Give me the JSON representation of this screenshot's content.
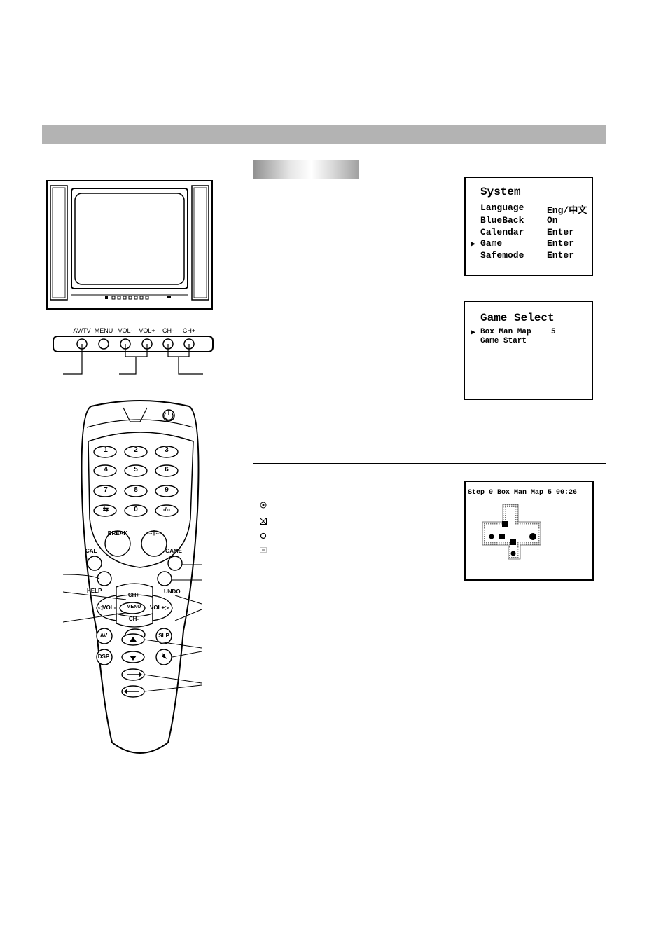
{
  "front_panel": {
    "buttons": [
      "AV/TV",
      "MENU",
      "VOL-",
      "VOL+",
      "CH-",
      "CH+"
    ]
  },
  "remote": {
    "number_keys": [
      "1",
      "2",
      "3",
      "4",
      "5",
      "6",
      "7",
      "8",
      "9",
      "",
      "0",
      "-/--"
    ],
    "break_label": "BREAK",
    "hold_label": "→|←",
    "cal_label": "CAL",
    "game_label": "GAME",
    "help_label": "HELP",
    "undo_label": "UNDO",
    "ch_plus_label": "CH+",
    "ch_minus_label": "CH-",
    "menu_label": "MENU",
    "vol_minus_label": "◁VOL-",
    "vol_plus_label": "VOL+▷",
    "av_label": "AV",
    "slp_label": "SLP",
    "dsp_label": "DSP"
  },
  "system_menu": {
    "title": "System",
    "items": [
      {
        "label": "Language",
        "value": "Eng/中文"
      },
      {
        "label": "BlueBack",
        "value": "On"
      },
      {
        "label": "Calendar",
        "value": "Enter"
      },
      {
        "label": "Game",
        "value": "Enter"
      },
      {
        "label": "Safemode",
        "value": "Enter"
      }
    ],
    "cursor": "▶"
  },
  "game_select_menu": {
    "title": "Game Select",
    "items": [
      {
        "label": "Box Man Map",
        "value": "5"
      },
      {
        "label": "Game Start",
        "value": ""
      }
    ],
    "cursor": "▶"
  },
  "game_screen": {
    "status": "Step 0  Box Man Map 5  00:26"
  }
}
